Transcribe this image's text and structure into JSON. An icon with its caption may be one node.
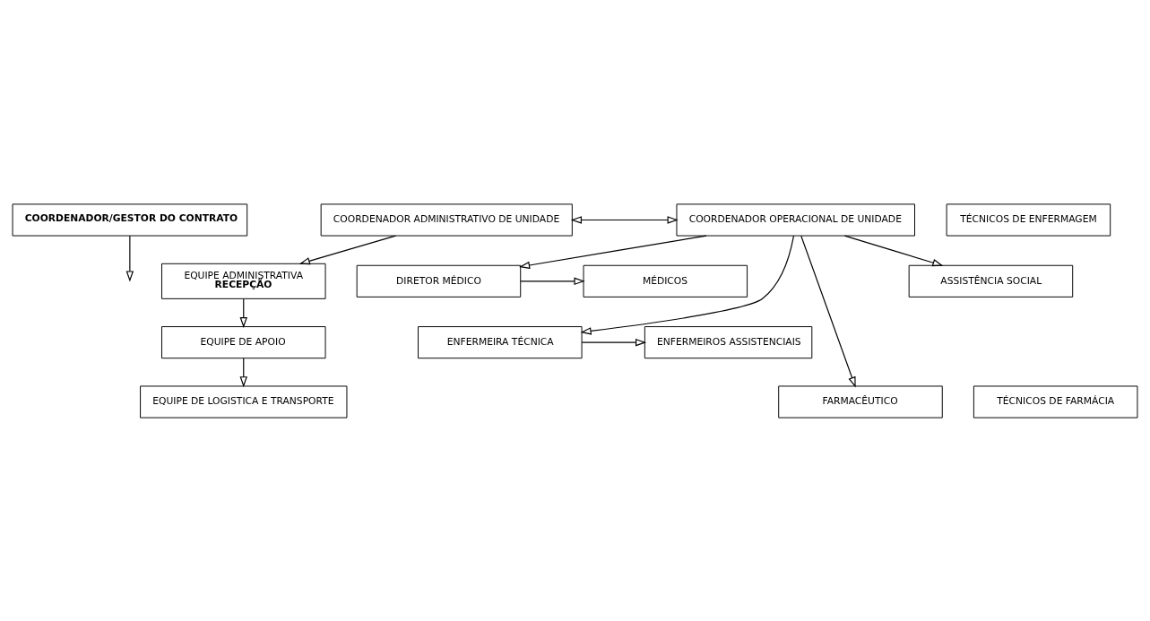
{
  "diagram": {
    "nodes": [
      {
        "text": [
          "COORDENADOR/GESTOR DO CONTRATO"
        ]
      },
      {
        "text": [
          "COORDENADOR ADMINISTRATIVO DE UNIDADE"
        ]
      },
      {
        "text": [
          "COORDENADOR OPERACIONAL DE UNIDADE"
        ]
      },
      {
        "text": [
          "EQUIPE ADMINISTRATIVA",
          "RECEPÇÃO"
        ]
      },
      {
        "text": [
          "DIRETOR MÉDICO"
        ]
      },
      {
        "text": [
          "MÉDICOS"
        ]
      },
      {
        "text": [
          "ENFERMEIRA TÉCNICA"
        ]
      },
      {
        "text": [
          "ENFERMEIROS ASSISTENCIAIS"
        ]
      },
      {
        "text": [
          "EQUIPE DE APOIO"
        ]
      },
      {
        "text": [
          "TÉCNICOS DE ENFERMAGEM"
        ]
      },
      {
        "text": [
          "FARMACÊUTICO"
        ]
      },
      {
        "text": [
          "TÉCNICOS DE FARMÁCIA"
        ]
      },
      {
        "text": [
          "EQUIPE DE LOGISTICA E TRANSPORTE"
        ]
      },
      {
        "text": [
          "ASSISTÊNCIA SOCIAL"
        ]
      }
    ],
    "edges": [
      {
        "from": 0,
        "to": null,
        "arrow": "to"
      },
      {
        "from": 1,
        "to": 2,
        "arrow": "both"
      },
      {
        "from": 1,
        "to": 3,
        "arrow": "to"
      },
      {
        "from": 3,
        "to": 8,
        "arrow": "to"
      },
      {
        "from": 8,
        "to": 12,
        "arrow": "to"
      },
      {
        "from": 2,
        "to": 4,
        "arrow": "to"
      },
      {
        "from": 2,
        "to": 6,
        "arrow": "to"
      },
      {
        "from": 2,
        "to": 10,
        "arrow": "to"
      },
      {
        "from": 2,
        "to": 13,
        "arrow": "to"
      },
      {
        "from": 4,
        "to": 5,
        "arrow": "to"
      },
      {
        "from": 6,
        "to": 7,
        "arrow": "to"
      }
    ]
  }
}
